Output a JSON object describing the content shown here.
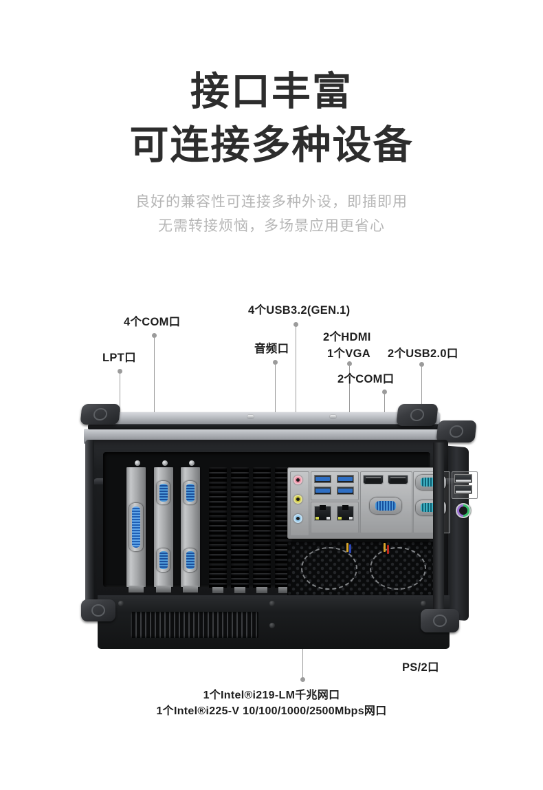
{
  "heading": {
    "line1": "接口丰富",
    "line2": "可连接多种设备",
    "sub1": "良好的兼容性可连接多种外设，即插即用",
    "sub2": "无需转接烦恼，多场景应用更省心"
  },
  "callouts": {
    "lpt": "LPT口",
    "com4": "4个COM口",
    "usb3": "4个USB3.2(GEN.1)",
    "audio": "音频口",
    "hdmi": "2个HDMI",
    "vga": "1个VGA",
    "usb2": "2个USB2.0口",
    "com2": "2个COM口",
    "ps2": "PS/2口",
    "lan1": "1个Intel®i219-LM千兆网口",
    "lan2": "1个Intel®i225-V 10/100/1000/2500Mbps网口"
  },
  "colors": {
    "title": "#2d2d2d",
    "subtitle": "#b6b6b6",
    "callout": "#1e1e1e",
    "leader": "#9a9a9a",
    "dot": "#9b9b9b",
    "background": "#ffffff",
    "audio_pink": "#e8899e",
    "audio_green": "#ccc63a",
    "audio_blue": "#8fc5e8",
    "usb3_blue": "#2f6fc4",
    "com_teal": "#0d6073",
    "ps2_green": "#35c06a",
    "ps2_purple": "#9b6fd4"
  },
  "device": {
    "name": "industrial-rackmount-pc-rear",
    "ports": {
      "audio_jacks": 3,
      "usb3": 4,
      "rj45": 2,
      "hdmi": 2,
      "vga": 1,
      "com_io": 2,
      "usb2": 2,
      "ps2": 1,
      "com_slots": 4,
      "lpt": 1
    }
  }
}
